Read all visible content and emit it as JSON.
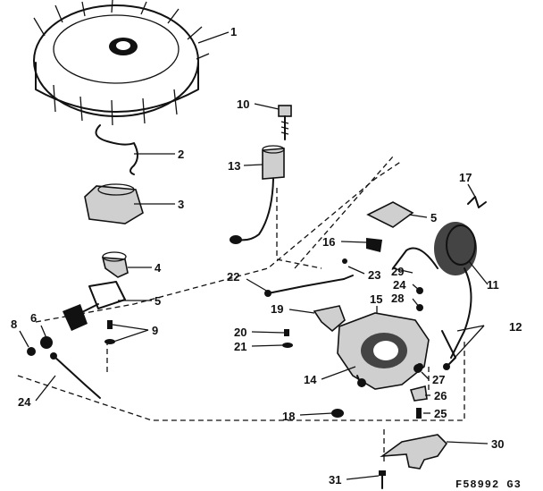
{
  "diagram": {
    "callouts": [
      "1",
      "2",
      "3",
      "4",
      "5",
      "6",
      "8",
      "9",
      "10",
      "11",
      "12",
      "13",
      "14",
      "15",
      "16",
      "17",
      "18",
      "19",
      "20",
      "21",
      "22",
      "23",
      "24",
      "25",
      "26",
      "27",
      "28",
      "29",
      "24",
      "5",
      "30",
      "31"
    ],
    "figure_code": "F58992 G3"
  }
}
